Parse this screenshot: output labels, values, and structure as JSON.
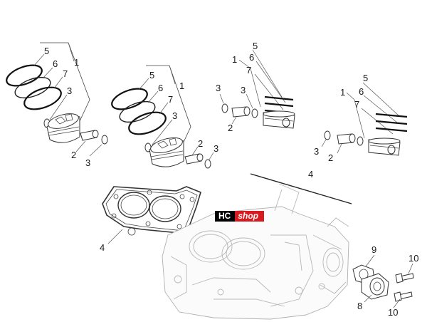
{
  "labels": {
    "l5a": "5",
    "l1a": "1",
    "l6a": "6",
    "l7a": "7",
    "l3a": "3",
    "l2a": "2",
    "l3b": "3",
    "l5b": "5",
    "l1b": "1",
    "l6b": "6",
    "l7b": "7",
    "l3c": "3",
    "l2b": "2",
    "l3d": "3",
    "l5c": "5",
    "l6c": "6",
    "l1c": "1",
    "l7c": "7",
    "l3e": "3",
    "l3f": "3",
    "l2c": "2",
    "l5d": "5",
    "l1d": "1",
    "l6d": "6",
    "l7d": "7",
    "l3g": "3",
    "l2d": "2",
    "l4a": "4",
    "l4b": "4",
    "l9": "9",
    "l10a": "10",
    "l8": "8",
    "l10b": "10"
  },
  "watermark": {
    "left": "HC",
    "right": "shop",
    "left_color": "#000000",
    "right_color": "#d71920"
  }
}
